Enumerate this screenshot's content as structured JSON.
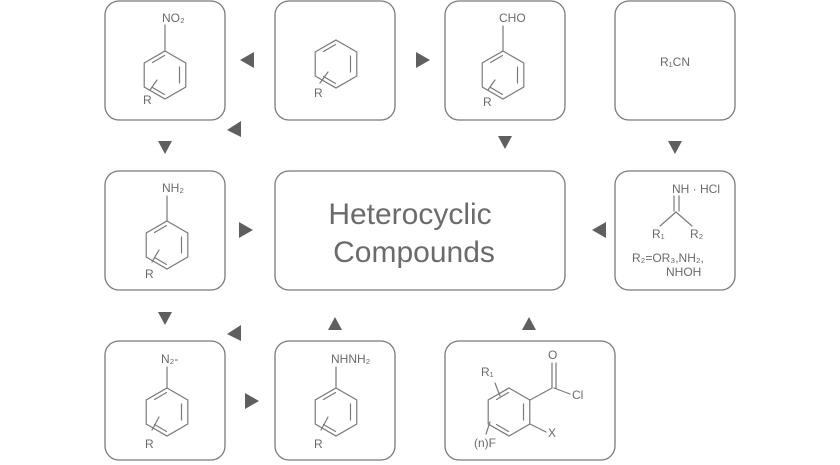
{
  "center": {
    "line1": "Heterocyclic",
    "line2": "Compounds"
  },
  "nitro": {
    "group": "NO₂",
    "sub": "R"
  },
  "benzene": {
    "sub": "R"
  },
  "aldehyde": {
    "group": "CHO",
    "sub": "R"
  },
  "nitrile": {
    "formula": "R₁CN"
  },
  "aniline": {
    "group": "NH₂",
    "sub": "R"
  },
  "amidine": {
    "nh": "NH · HCl",
    "r1": "R₁",
    "r2": "R₂",
    "def1": "R₂=OR₃,NH₂,",
    "def2": "NHOH"
  },
  "diazonium": {
    "group": "N₂-",
    "sub": "R"
  },
  "hydrazine": {
    "group": "NHNH₂",
    "sub": "R"
  },
  "acylchloride": {
    "r1": "R₁",
    "o": "O",
    "cl": "Cl",
    "x": "X",
    "f": "(n)F"
  }
}
